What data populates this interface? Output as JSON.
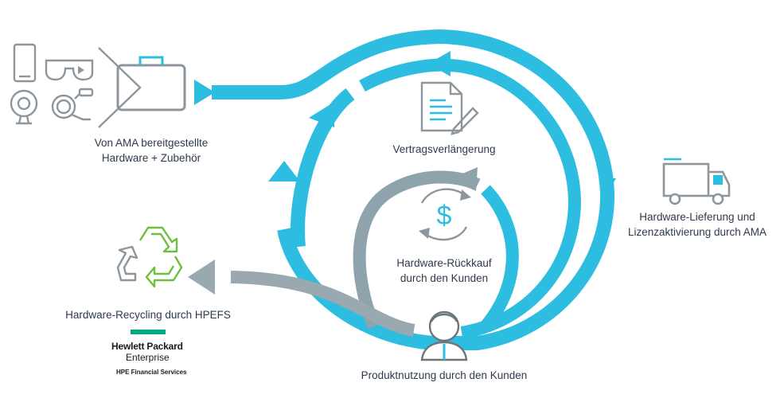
{
  "labels": {
    "hardware_provided": [
      "Von AMA bereitgestellte",
      "Hardware + Zubehör"
    ],
    "contract_extension": "Vertragsverlängerung",
    "delivery": [
      "Hardware-Lieferung und",
      "Lizenzaktivierung durch AMA"
    ],
    "buyback": [
      "Hardware-Rückkauf",
      "durch den Kunden"
    ],
    "recycling": "Hardware-Recycling durch HPEFS",
    "usage": "Produktnutzung durch den Kunden"
  },
  "hpe_logo": {
    "line1": "Hewlett Packard",
    "line2": "Enterprise",
    "line3": "HPE Financial Services"
  },
  "colors": {
    "cyan": "#2dbde0",
    "gray_arrow": "#8fa3ad",
    "icon_gray": "#8c969c",
    "recycle_green": "#6dbf3f",
    "hpe_green": "#01a982",
    "text": "#2f3a4a"
  },
  "icons": [
    "smartphone-icon",
    "smart-glasses-icon",
    "webcam-icon",
    "cable-icon",
    "suitcase-icon",
    "contract-document-icon",
    "dollar-cycle-icon",
    "delivery-truck-icon",
    "recycle-icon",
    "customer-person-icon"
  ]
}
